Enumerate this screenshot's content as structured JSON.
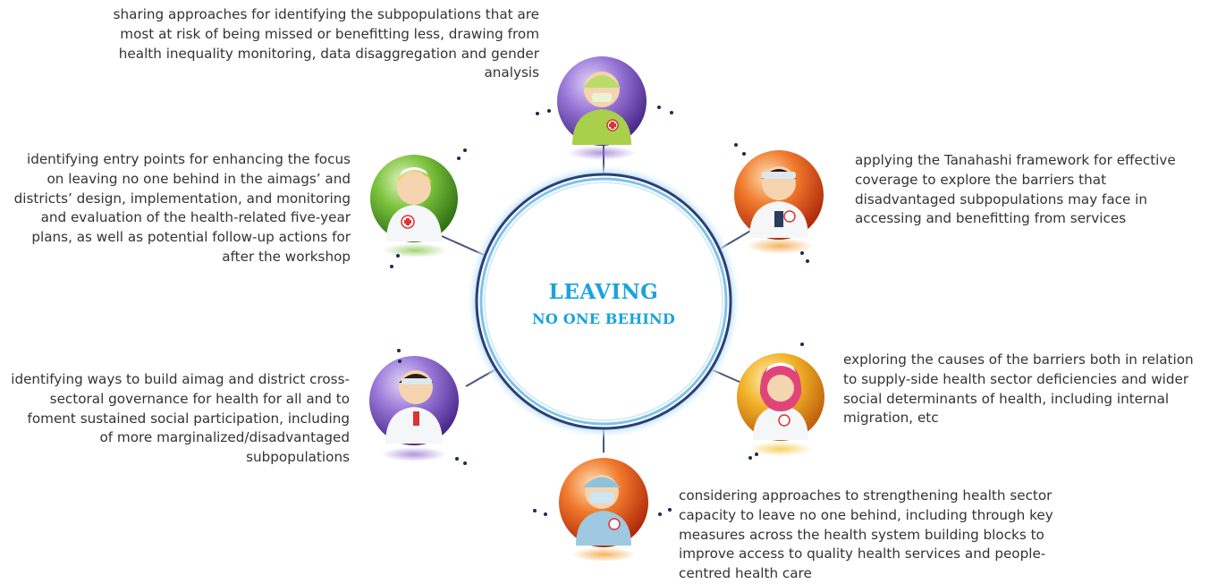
{
  "center": {
    "title": "LEAVING",
    "subtitle": "NO ONE BEHIND"
  },
  "items": [
    {
      "text": "sharing approaches for identifying the subpopulations that are most at risk of being missed or benefitting less, drawing from health inequality monitoring, data disaggregation and gender analysis",
      "sphere_color": "#7b55c2",
      "icon": "health-worker-green-scrubs-icon"
    },
    {
      "text": "identifying entry points for enhancing the focus on leaving no one behind in the aimags’ and districts’ design, implementation, and monitoring and evaluation of the health-related five-year plans, as well as potential follow-up actions for after the workshop",
      "sphere_color": "#5aa62c",
      "icon": "nurse-icon"
    },
    {
      "text": "applying the Tanahashi framework for effective coverage to explore the barriers that disadvantaged subpopulations may face in accessing and benefitting from services",
      "sphere_color": "#e0541e",
      "icon": "doctor-headlamp-icon"
    },
    {
      "text": "identifying ways to build aimag and district cross-sectoral governance for health for all and to foment sustained social participation, including of more marginalized/disadvantaged subpopulations",
      "sphere_color": "#7b55c2",
      "icon": "doctor-icon"
    },
    {
      "text": "exploring the causes of the barriers both in relation to supply-side health sector deficiencies and wider social determinants of health, including internal migration, etc",
      "sphere_color": "#e8a21f",
      "icon": "nurse-pink-hair-icon"
    },
    {
      "text": "considering approaches to strengthening health sector capacity to leave no one behind, including through key measures across the health system building blocks to improve access to quality health services and people-centred health care",
      "sphere_color": "#e0541e",
      "icon": "surgeon-mask-icon"
    }
  ]
}
